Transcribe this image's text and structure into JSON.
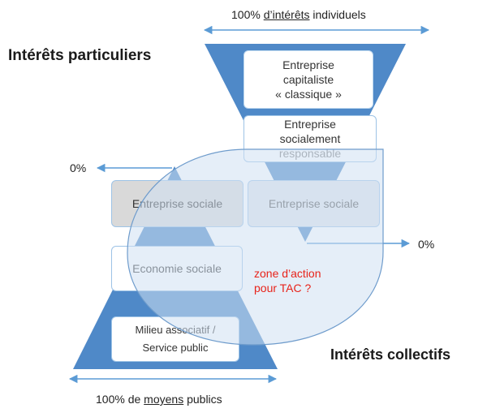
{
  "top_label": {
    "prefix": "100% ",
    "underlined": "d’intérêts",
    "suffix": " individuels"
  },
  "bottom_label": {
    "prefix": "100% de ",
    "underlined": "moyens",
    "suffix": " publics"
  },
  "heading_particuliers": "Intérêts particuliers",
  "heading_collectifs": "Intérêts collectifs",
  "pct_left": "0%",
  "pct_right": "0%",
  "boxes": {
    "capitaliste": [
      "Entreprise",
      "capitaliste",
      "« classique »"
    ],
    "rse": [
      "Entreprise",
      "socialement",
      "responsable"
    ],
    "sociale_left": "Entreprise sociale",
    "sociale_right": "Entreprise sociale",
    "economie": "Economie sociale",
    "milieu": [
      "Milieu associatif /",
      "Service public"
    ]
  },
  "zone": [
    "zone d’action",
    "pour TAC ?"
  ],
  "colors": {
    "triangle": "#4f89c8",
    "triangle_light": "#9bbfe3",
    "arrow": "#5b9bd5",
    "circle_fill": "#cfe0f2",
    "circle_stroke": "#6f9ccc",
    "zone_text": "#e8231a"
  }
}
